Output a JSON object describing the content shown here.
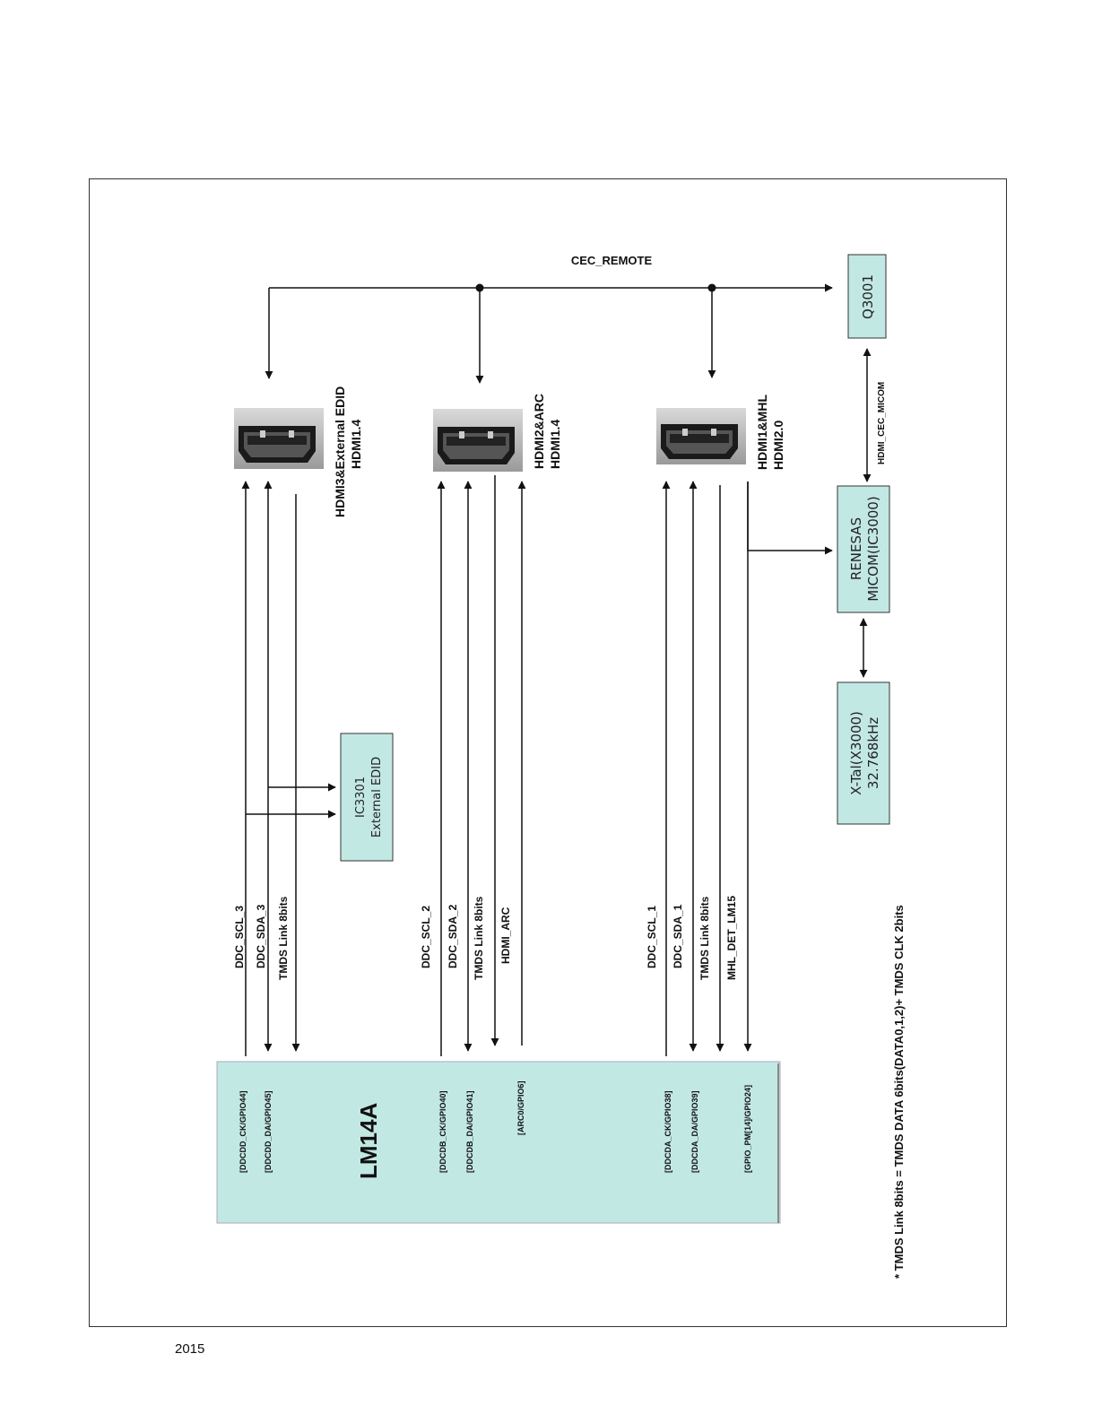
{
  "page_number": "2015",
  "bus": {
    "cec_label": "CEC_REMOTE"
  },
  "ports": {
    "hdmi3": {
      "name": "HDMI3&External EDID",
      "version": "HDMI1.4"
    },
    "hdmi2": {
      "name": "HDMI2&ARC",
      "version": "HDMI1.4"
    },
    "hdmi1": {
      "name": "HDMI1&MHL",
      "version": "HDMI2.0"
    }
  },
  "blocks": {
    "q3001": {
      "label": "Q3001"
    },
    "micom": {
      "line1": "RENESAS",
      "line2": "MICOM(IC3000)"
    },
    "xtal": {
      "line1": "X-Tal(X3000)",
      "line2": "32.768kHz"
    },
    "edid": {
      "line1": "IC3301",
      "line2": "External EDID"
    },
    "soc": {
      "label": "LM14A"
    }
  },
  "micom_link_label": "HDMI_CEC_MICOM",
  "signals": {
    "hdmi3": [
      "DDC_SCL_3",
      "DDC_SDA_3",
      "TMDS Link 8bits"
    ],
    "hdmi2": [
      "DDC_SCL_2",
      "DDC_SDA_2",
      "TMDS Link 8bits",
      "HDMI_ARC"
    ],
    "hdmi1": [
      "DDC_SCL_1",
      "DDC_SDA_1",
      "TMDS Link 8bits",
      "MHL_DET_LM15"
    ]
  },
  "pins": {
    "hdmi3": [
      "[DDCDD_CK/GPIO44]",
      "[DDCDD_DA/GPIO45]"
    ],
    "hdmi2": [
      "[DDCDB_CK/GPIO40]",
      "[DDCDB_DA/GPIO41]",
      "[ARC0/GPIO6]"
    ],
    "hdmi1": [
      "[DDCDA_CK/GPIO38]",
      "[DDCDA_DA/GPIO39]",
      "[GPIO_PM[14]/GPIO24]"
    ]
  },
  "footnote": "* TMDS Link 8bits = TMDS DATA 6bits(DATA0,1,2)+ TMDS CLK 2bits"
}
